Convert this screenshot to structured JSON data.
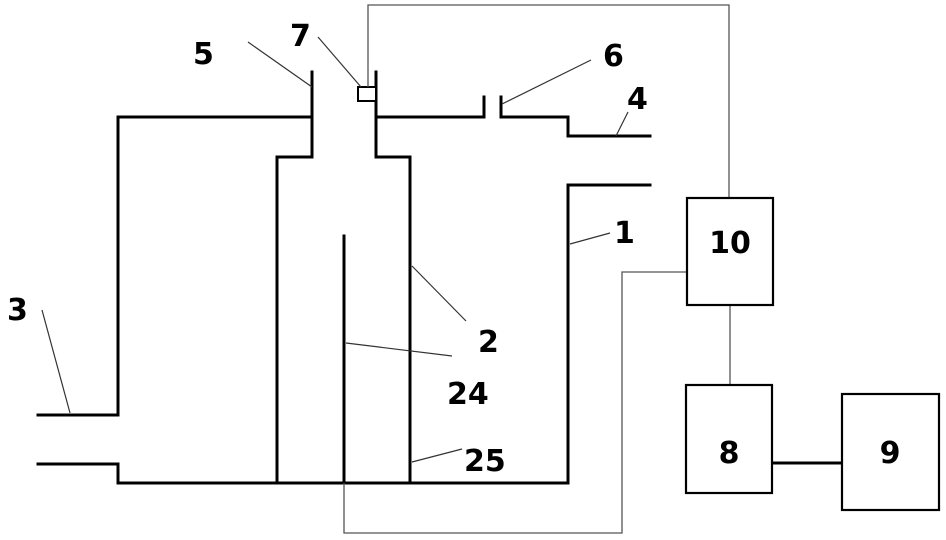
{
  "diagram": {
    "labels": {
      "l1": "1",
      "l2": "2",
      "l3": "3",
      "l4": "4",
      "l5": "5",
      "l6": "6",
      "l7": "7",
      "l24": "24",
      "l25": "25"
    },
    "boxes": {
      "b10": "10",
      "b8": "8",
      "b9": "9"
    }
  }
}
